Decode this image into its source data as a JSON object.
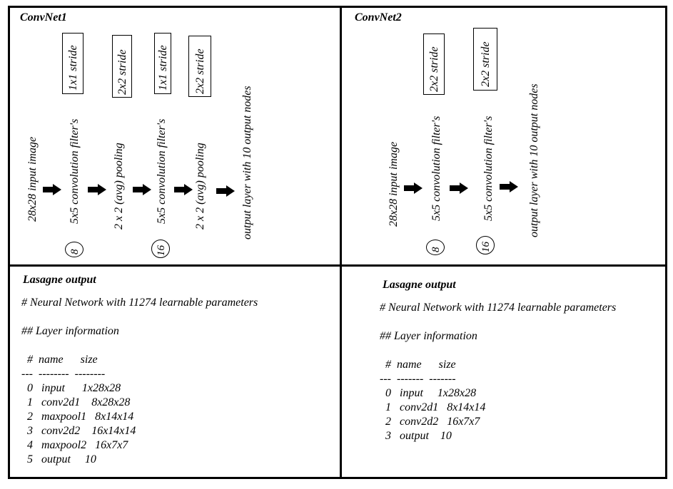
{
  "panels": {
    "convnet1": {
      "title": "ConvNet1",
      "input_label": "28x28  input image",
      "conv1_label": "5x5  convolution filter's",
      "conv1_stride": "1x1  stride",
      "conv1_filters": "8",
      "pool1_label": "2 x 2 (avg) pooling",
      "pool1_stride": "2x2  stride",
      "conv2_label": "5x5  convolution filter's",
      "conv2_stride": "1x1  stride",
      "conv2_filters": "16",
      "pool2_label": "2 x 2 (avg) pooling",
      "pool2_stride": "2x2  stride",
      "output_label": "output layer with 10 output nodes"
    },
    "convnet2": {
      "title": "ConvNet2",
      "input_label": "28x28  input image",
      "conv1_label": "5x5  convolution filter's",
      "conv1_stride": "2x2  stride",
      "conv1_filters": "8",
      "conv2_label": "5x5  convolution filter's",
      "conv2_stride": "2x2  stride",
      "conv2_filters": "16",
      "output_label": "output layer with 10 output nodes"
    },
    "lasagne1": {
      "title": "Lasagne output",
      "summary": "# Neural Network with 11274 learnable parameters",
      "section": "## Layer information",
      "header": "  #  name      size",
      "divider": "---  --------  --------",
      "rows": [
        "  0   input      1x28x28",
        "  1   conv2d1    8x28x28",
        "  2   maxpool1   8x14x14",
        "  3   conv2d2    16x14x14",
        "  4   maxpool2   16x7x7",
        "  5   output     10"
      ]
    },
    "lasagne2": {
      "title": "Lasagne output",
      "summary": "# Neural Network with 11274 learnable parameters",
      "section": "## Layer information",
      "header": "  #  name      size",
      "divider": "---  -------  -------",
      "rows": [
        "  0   input     1x28x28",
        "  1   conv2d1   8x14x14",
        "  2   conv2d2   16x7x7",
        "  3   output    10"
      ]
    }
  }
}
